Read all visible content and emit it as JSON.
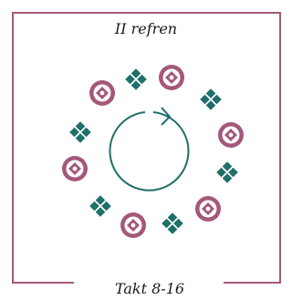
{
  "header": {
    "title": "II refren"
  },
  "footer": {
    "caption": "Takt 8-16"
  },
  "colors": {
    "frame": "#a4587a",
    "couple_fill": "#a4587a",
    "square_fill": "#1f6f6a",
    "arrow": "#1f6f6a"
  },
  "icons": {
    "couple": "couple-circle-icon",
    "square": "square-cluster-icon",
    "direction": "clockwise-arrow-icon"
  },
  "formation": {
    "dancers": [
      {
        "kind": "couple"
      },
      {
        "kind": "square"
      },
      {
        "kind": "couple"
      },
      {
        "kind": "square"
      },
      {
        "kind": "couple"
      },
      {
        "kind": "square"
      },
      {
        "kind": "couple"
      },
      {
        "kind": "square"
      },
      {
        "kind": "couple"
      },
      {
        "kind": "square"
      },
      {
        "kind": "couple"
      },
      {
        "kind": "square"
      }
    ],
    "rotation": "clockwise"
  }
}
